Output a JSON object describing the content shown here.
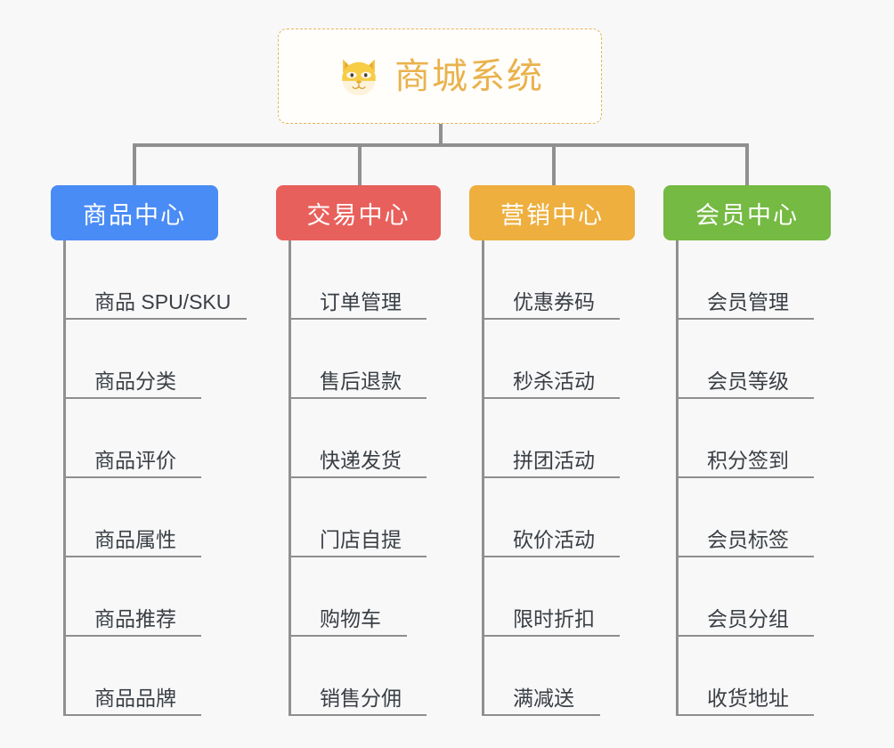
{
  "canvas": {
    "background": "#f8f8f8",
    "connector_color": "#909090"
  },
  "root": {
    "title": "商城系统",
    "icon": "dog-face-icon",
    "text_color": "#e9b24c",
    "border_color": "#eab35a",
    "background": "#fffefb"
  },
  "branches": [
    {
      "label": "商品中心",
      "color": "#4a8cf5",
      "items": [
        {
          "label": "商品 SPU/SKU",
          "width": "w8"
        },
        {
          "label": "商品分类",
          "width": "w4"
        },
        {
          "label": "商品评价",
          "width": "w4"
        },
        {
          "label": "商品属性",
          "width": "w4"
        },
        {
          "label": "商品推荐",
          "width": "w4"
        },
        {
          "label": "商品品牌",
          "width": "w4"
        }
      ]
    },
    {
      "label": "交易中心",
      "color": "#e8605c",
      "items": [
        {
          "label": "订单管理",
          "width": "w4"
        },
        {
          "label": "售后退款",
          "width": "w4"
        },
        {
          "label": "快递发货",
          "width": "w4"
        },
        {
          "label": "门店自提",
          "width": "w4"
        },
        {
          "label": "购物车",
          "width": "w3"
        },
        {
          "label": "销售分佣",
          "width": "w4"
        }
      ]
    },
    {
      "label": "营销中心",
      "color": "#eeaf3e",
      "items": [
        {
          "label": "优惠券码",
          "width": "w4"
        },
        {
          "label": "秒杀活动",
          "width": "w4"
        },
        {
          "label": "拼团活动",
          "width": "w4"
        },
        {
          "label": "砍价活动",
          "width": "w4"
        },
        {
          "label": "限时折扣",
          "width": "w4"
        },
        {
          "label": "满减送",
          "width": "w3"
        }
      ]
    },
    {
      "label": "会员中心",
      "color": "#75ba43",
      "items": [
        {
          "label": "会员管理",
          "width": "w4"
        },
        {
          "label": "会员等级",
          "width": "w4"
        },
        {
          "label": "积分签到",
          "width": "w4"
        },
        {
          "label": "会员标签",
          "width": "w4"
        },
        {
          "label": "会员分组",
          "width": "w4"
        },
        {
          "label": "收货地址",
          "width": "w4"
        }
      ]
    }
  ]
}
